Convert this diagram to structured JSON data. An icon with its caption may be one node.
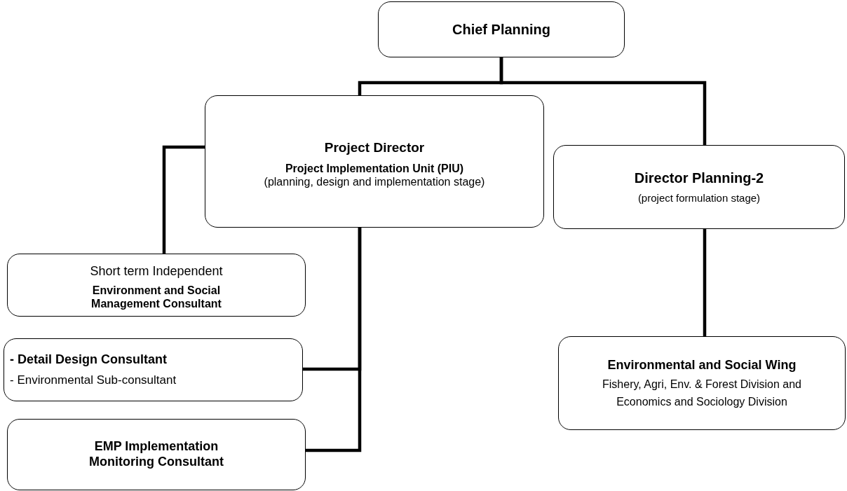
{
  "diagram": {
    "nodes": [
      {
        "text": [
          "Chief Planning"
        ]
      },
      {
        "text": [
          "Project Director",
          "Project Implementation Unit (PIU)",
          "(planning, design and implementation stage)"
        ]
      },
      {
        "text": [
          "Director Planning-2",
          "(project formulation stage)"
        ]
      },
      {
        "text": [
          "Short term Independent",
          "Environment and Social Management Consultant"
        ]
      },
      {
        "text": [
          "Environmental and Social Wing",
          "Fishery, Agri, Env. & Forest Division and",
          "Economics and Sociology Division"
        ]
      },
      {
        "text": [
          "- Detail Design Consultant",
          "- Environmental Sub-consultant"
        ]
      },
      {
        "text": [
          "EMP Implementation Monitoring Consultant"
        ]
      }
    ],
    "edges": [
      {
        "from": 0,
        "to": 1,
        "arrow": "none"
      },
      {
        "from": 0,
        "to": 2,
        "arrow": "none"
      },
      {
        "from": 1,
        "to": 3,
        "arrow": "none"
      },
      {
        "from": 2,
        "to": 4,
        "arrow": "none"
      },
      {
        "from": 1,
        "to": 5,
        "arrow": "none"
      },
      {
        "from": 1,
        "to": 6,
        "arrow": "none"
      }
    ]
  }
}
